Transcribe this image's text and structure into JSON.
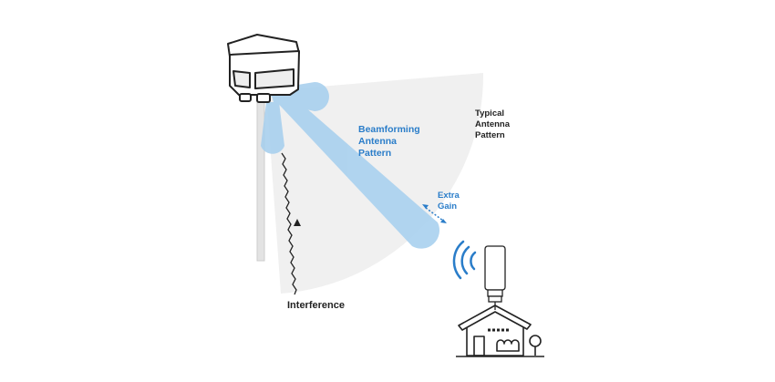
{
  "labels": {
    "beamforming": [
      "Beamforming",
      "Antenna",
      "Pattern"
    ],
    "typical": [
      "Typical",
      "Antenna",
      "Pattern"
    ],
    "extra_gain": [
      "Extra",
      "Gain"
    ],
    "interference": "Interference"
  },
  "colors": {
    "beam": "#a9d0ee",
    "sector": "#f0f0f0",
    "accent": "#2a7dc9",
    "line": "#222222"
  }
}
